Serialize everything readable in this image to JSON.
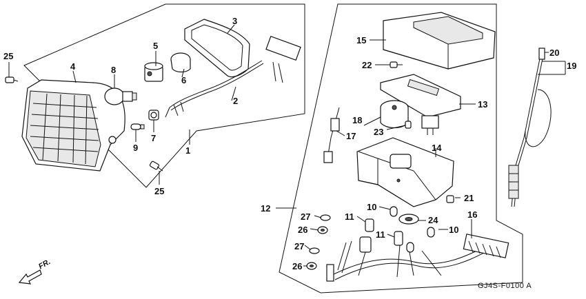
{
  "diagram": {
    "callouts": [
      {
        "id": "c1",
        "text": "1"
      },
      {
        "id": "c2",
        "text": "2"
      },
      {
        "id": "c3",
        "text": "3"
      },
      {
        "id": "c4",
        "text": "4"
      },
      {
        "id": "c5",
        "text": "5"
      },
      {
        "id": "c6",
        "text": "6"
      },
      {
        "id": "c7",
        "text": "7"
      },
      {
        "id": "c8",
        "text": "8"
      },
      {
        "id": "c9",
        "text": "9"
      },
      {
        "id": "c10a",
        "text": "10"
      },
      {
        "id": "c10b",
        "text": "10"
      },
      {
        "id": "c11a",
        "text": "11"
      },
      {
        "id": "c11b",
        "text": "11"
      },
      {
        "id": "c12",
        "text": "12"
      },
      {
        "id": "c13",
        "text": "13"
      },
      {
        "id": "c14",
        "text": "14"
      },
      {
        "id": "c15",
        "text": "15"
      },
      {
        "id": "c16",
        "text": "16"
      },
      {
        "id": "c17",
        "text": "17"
      },
      {
        "id": "c18",
        "text": "18"
      },
      {
        "id": "c19",
        "text": "19"
      },
      {
        "id": "c20",
        "text": "20"
      },
      {
        "id": "c21",
        "text": "21"
      },
      {
        "id": "c22",
        "text": "22"
      },
      {
        "id": "c23",
        "text": "23"
      },
      {
        "id": "c24",
        "text": "24"
      },
      {
        "id": "c25a",
        "text": "25"
      },
      {
        "id": "c25b",
        "text": "25"
      },
      {
        "id": "c26a",
        "text": "26"
      },
      {
        "id": "c26b",
        "text": "26"
      },
      {
        "id": "c27a",
        "text": "27"
      },
      {
        "id": "c27b",
        "text": "27"
      }
    ],
    "direction_label": "FR.",
    "diagram_code": "GJ4S-F0100 A"
  }
}
